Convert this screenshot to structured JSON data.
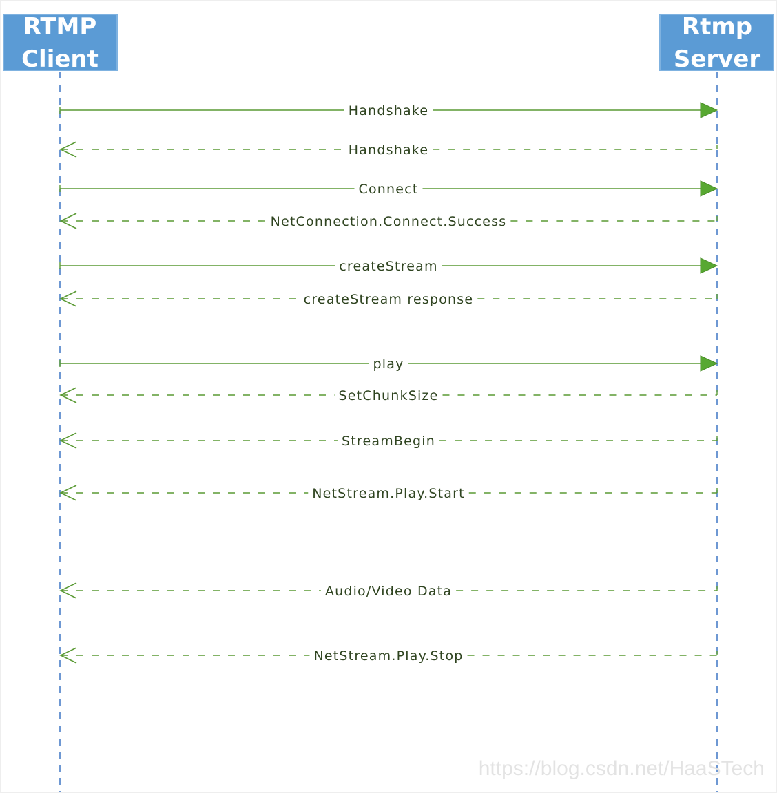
{
  "participants": {
    "client": {
      "line1": "RTMP",
      "line2": "Client"
    },
    "server": {
      "line1": "Rtmp",
      "line2": "Server"
    }
  },
  "messages": [
    {
      "label": "Handshake",
      "direction": "client-to-server",
      "style": "solid"
    },
    {
      "label": "Handshake",
      "direction": "server-to-client",
      "style": "dashed"
    },
    {
      "label": "Connect",
      "direction": "client-to-server",
      "style": "solid"
    },
    {
      "label": "NetConnection.Connect.Success",
      "direction": "server-to-client",
      "style": "dashed"
    },
    {
      "label": "createStream",
      "direction": "client-to-server",
      "style": "solid"
    },
    {
      "label": "createStream response",
      "direction": "server-to-client",
      "style": "dashed"
    },
    {
      "label": "play",
      "direction": "client-to-server",
      "style": "solid"
    },
    {
      "label": "SetChunkSize",
      "direction": "server-to-client",
      "style": "dashed"
    },
    {
      "label": "StreamBegin",
      "direction": "server-to-client",
      "style": "dashed"
    },
    {
      "label": "NetStream.Play.Start",
      "direction": "server-to-client",
      "style": "dashed"
    },
    {
      "label": "Audio/Video Data",
      "direction": "server-to-client",
      "style": "dashed"
    },
    {
      "label": "NetStream.Play.Stop",
      "direction": "server-to-client",
      "style": "dashed"
    }
  ],
  "watermark": "https://blog.csdn.net/HaaSTech",
  "colors": {
    "actor_fill": "#5b9bd5",
    "lifeline": "#4a7ec8",
    "message_line": "#5a9a34",
    "arrow_fill": "#58a832"
  }
}
